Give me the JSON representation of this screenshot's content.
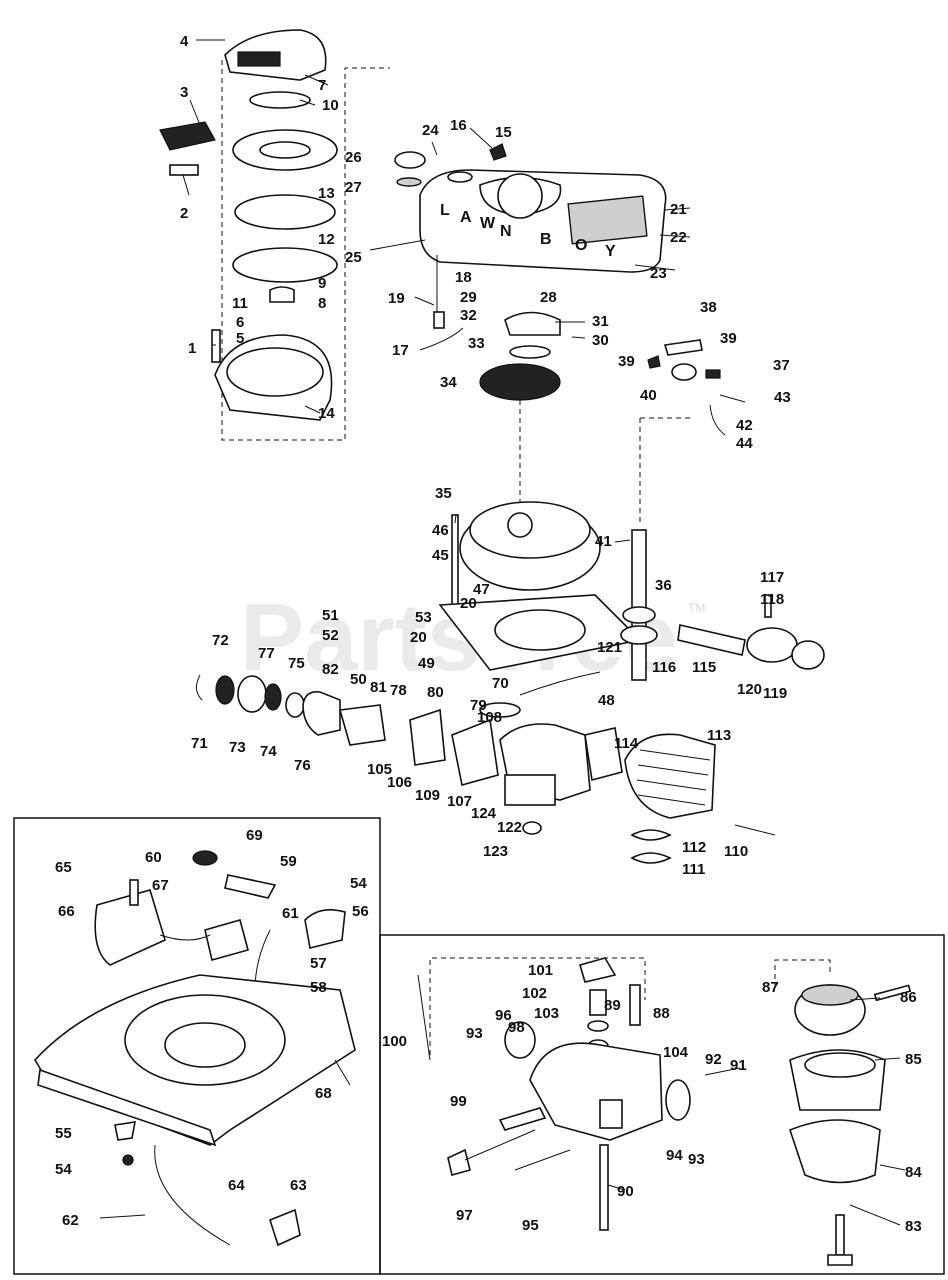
{
  "watermark": {
    "text": "PartsTree",
    "tm": "TM"
  },
  "brand": {
    "letters": [
      "L",
      "A",
      "W",
      "N",
      "B",
      "O",
      "Y"
    ]
  },
  "callouts": [
    {
      "n": "4"
    },
    {
      "n": "7"
    },
    {
      "n": "3"
    },
    {
      "n": "10"
    },
    {
      "n": "2"
    },
    {
      "n": "13"
    },
    {
      "n": "12"
    },
    {
      "n": "9"
    },
    {
      "n": "8"
    },
    {
      "n": "11"
    },
    {
      "n": "6"
    },
    {
      "n": "5"
    },
    {
      "n": "1"
    },
    {
      "n": "14"
    },
    {
      "n": "24"
    },
    {
      "n": "16"
    },
    {
      "n": "15"
    },
    {
      "n": "26"
    },
    {
      "n": "27"
    },
    {
      "n": "21"
    },
    {
      "n": "22"
    },
    {
      "n": "25"
    },
    {
      "n": "23"
    },
    {
      "n": "18"
    },
    {
      "n": "19"
    },
    {
      "n": "29"
    },
    {
      "n": "28"
    },
    {
      "n": "32"
    },
    {
      "n": "31"
    },
    {
      "n": "17"
    },
    {
      "n": "33"
    },
    {
      "n": "30"
    },
    {
      "n": "34"
    },
    {
      "n": "38"
    },
    {
      "n": "39"
    },
    {
      "n": "39"
    },
    {
      "n": "37"
    },
    {
      "n": "40"
    },
    {
      "n": "43"
    },
    {
      "n": "42"
    },
    {
      "n": "44"
    },
    {
      "n": "35"
    },
    {
      "n": "46"
    },
    {
      "n": "45"
    },
    {
      "n": "41"
    },
    {
      "n": "36"
    },
    {
      "n": "47"
    },
    {
      "n": "20"
    },
    {
      "n": "117"
    },
    {
      "n": "118"
    },
    {
      "n": "51"
    },
    {
      "n": "53"
    },
    {
      "n": "52"
    },
    {
      "n": "20"
    },
    {
      "n": "121"
    },
    {
      "n": "116"
    },
    {
      "n": "115"
    },
    {
      "n": "120"
    },
    {
      "n": "119"
    },
    {
      "n": "72"
    },
    {
      "n": "77"
    },
    {
      "n": "75"
    },
    {
      "n": "82"
    },
    {
      "n": "50"
    },
    {
      "n": "49"
    },
    {
      "n": "81"
    },
    {
      "n": "78"
    },
    {
      "n": "80"
    },
    {
      "n": "79"
    },
    {
      "n": "70"
    },
    {
      "n": "48"
    },
    {
      "n": "108"
    },
    {
      "n": "71"
    },
    {
      "n": "73"
    },
    {
      "n": "74"
    },
    {
      "n": "76"
    },
    {
      "n": "105"
    },
    {
      "n": "106"
    },
    {
      "n": "109"
    },
    {
      "n": "107"
    },
    {
      "n": "124"
    },
    {
      "n": "114"
    },
    {
      "n": "113"
    },
    {
      "n": "122"
    },
    {
      "n": "123"
    },
    {
      "n": "112"
    },
    {
      "n": "111"
    },
    {
      "n": "110"
    },
    {
      "n": "69"
    },
    {
      "n": "65"
    },
    {
      "n": "60"
    },
    {
      "n": "59"
    },
    {
      "n": "67"
    },
    {
      "n": "54"
    },
    {
      "n": "66"
    },
    {
      "n": "61"
    },
    {
      "n": "56"
    },
    {
      "n": "57"
    },
    {
      "n": "58"
    },
    {
      "n": "68"
    },
    {
      "n": "55"
    },
    {
      "n": "54"
    },
    {
      "n": "64"
    },
    {
      "n": "63"
    },
    {
      "n": "62"
    },
    {
      "n": "101"
    },
    {
      "n": "102"
    },
    {
      "n": "89"
    },
    {
      "n": "103"
    },
    {
      "n": "88"
    },
    {
      "n": "93"
    },
    {
      "n": "96"
    },
    {
      "n": "98"
    },
    {
      "n": "100"
    },
    {
      "n": "104"
    },
    {
      "n": "92"
    },
    {
      "n": "91"
    },
    {
      "n": "99"
    },
    {
      "n": "94"
    },
    {
      "n": "93"
    },
    {
      "n": "90"
    },
    {
      "n": "97"
    },
    {
      "n": "95"
    },
    {
      "n": "87"
    },
    {
      "n": "86"
    },
    {
      "n": "85"
    },
    {
      "n": "84"
    },
    {
      "n": "83"
    }
  ]
}
